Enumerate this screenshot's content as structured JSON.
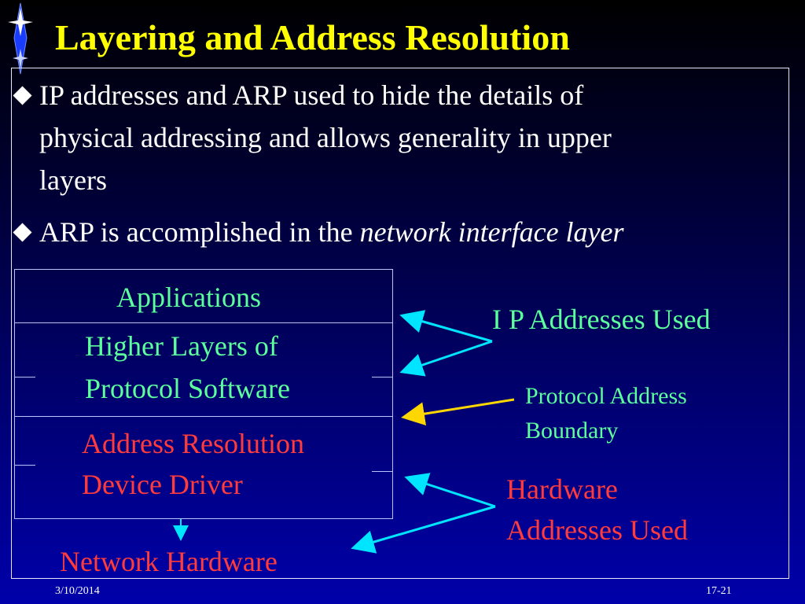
{
  "slide": {
    "title": "Layering and Address Resolution",
    "bullets": [
      {
        "lines": [
          "IP addresses and ARP used  to hide the details of",
          "physical addressing and allows generality in upper",
          "layers"
        ]
      },
      {
        "text": "ARP is accomplished in the ",
        "emphasis": "network interface layer"
      }
    ],
    "layers": {
      "applications": "Applications",
      "higher_line1": "Higher Layers of",
      "higher_line2": "Protocol Software",
      "resolution_line1": "Address Resolution",
      "resolution_line2": "Device Driver",
      "network_hardware": "Network  Hardware"
    },
    "annotations": {
      "ip_used": "I P Addresses Used",
      "boundary_line1": "Protocol  Address",
      "boundary_line2": "Boundary",
      "hw_line1": "Hardware",
      "hw_line2": "Addresses Used"
    },
    "footer": {
      "date": "3/10/2014",
      "page": "17-21"
    },
    "colors": {
      "title": "#ffff00",
      "body_text": "#ffffff",
      "layer_green": "#5cff9c",
      "layer_red": "#ff3b3b",
      "arrow_cyan": "#00e5ff",
      "arrow_yellow": "#ffd700"
    },
    "icons": {
      "logo": "star-compass-icon",
      "bullet": "diamond-bullet-icon"
    }
  }
}
